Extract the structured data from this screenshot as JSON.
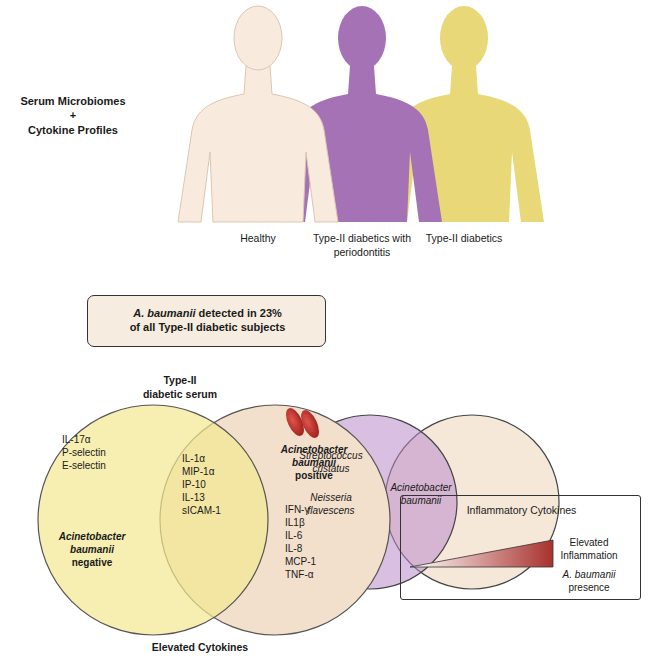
{
  "diagram": {
    "title": "Serum Microbiomes + Cytokine Profiles",
    "nodes": [
      {
        "text": [
          "A. baumanii detected in 23% of all Type-II diabetic subjects"
        ]
      },
      {
        "text": [
          "Streptococcus cristatus",
          "Neisseria flavescens"
        ]
      },
      {
        "text": [
          "IL-17α P-selectin E-selectin",
          "Acinetobacter baumanii negative"
        ]
      },
      {
        "text": [
          "Acinetobacter baumanii positive",
          "IFN-γ IL1β IL-6 IL-8 MCP-1 TNF-α"
        ]
      },
      {
        "text": [
          "Inflammatory Cytokines",
          "Elevated Inflammation",
          "A. baumanii presence"
        ]
      }
    ],
    "labels": [
      "Healthy",
      "Type-II diabetics with periodontitis",
      "Type-II diabetics",
      "Acinetobacter baumanii",
      "Type-II diabetic serum",
      "IL-1α MIP-1α IP-10 IL-13 sICAM-1",
      "Elevated Cytokines"
    ]
  }
}
